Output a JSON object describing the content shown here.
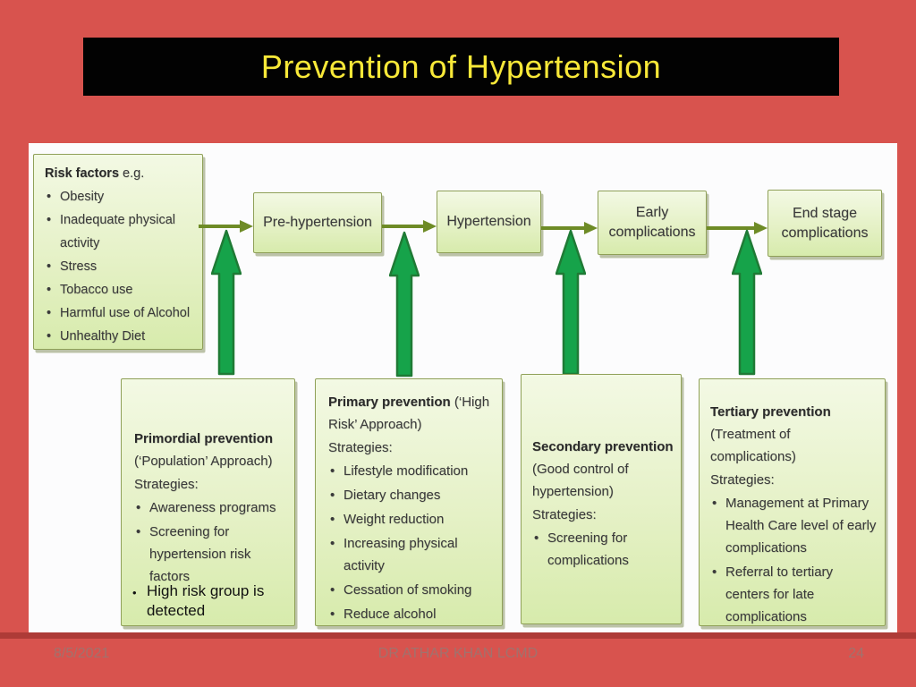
{
  "title": "Prevention of Hypertension",
  "footer": {
    "date": "8/5/2021",
    "credit": "DR ATHAR KHAN LCMD",
    "slide_number": "24"
  },
  "annotation": {
    "text": "High risk group is detected"
  },
  "diagram": {
    "risk_factors": {
      "heading_bold": "Risk factors",
      "heading_rest": "e.g.",
      "items": [
        "Obesity",
        "Inadequate physical activity",
        "Stress",
        "Tobacco use",
        "Harmful use of Alcohol",
        "Unhealthy Diet"
      ]
    },
    "stages": [
      "Pre-hypertension",
      "Hypertension",
      "Early complications",
      "End stage complications"
    ],
    "preventions": [
      {
        "title": "Primordial prevention",
        "subtitle": "(‘Population’ Approach)",
        "strategies_label": "Strategies:",
        "items": [
          "Awareness programs",
          "Screening for hypertension risk factors"
        ]
      },
      {
        "title": "Primary prevention",
        "subtitle": "(‘High Risk’ Approach)",
        "strategies_label": "Strategies:",
        "items": [
          "Lifestyle modification",
          "Dietary changes",
          "Weight reduction",
          "Increasing physical activity",
          "Cessation of smoking",
          "Reduce alcohol"
        ]
      },
      {
        "title": "Secondary prevention",
        "subtitle": "(Good control of hypertension)",
        "strategies_label": "Strategies:",
        "items": [
          "Screening for complications"
        ]
      },
      {
        "title": "Tertiary prevention",
        "subtitle": "(Treatment of complications)",
        "strategies_label": "Strategies:",
        "items": [
          "Management at Primary Health Care level of early complications",
          "Referral to tertiary centers for late complications"
        ]
      }
    ]
  },
  "colors": {
    "background": "#D8534E",
    "title_bar": "#020202",
    "title_text": "#F8E838",
    "box_border": "#8FA058",
    "box_fill": "#E5F1C6",
    "green_arrow": "#16A34A",
    "green_arrow_border": "#1F7A35",
    "connector": "#6E8B26",
    "footer_text": "#A1726D"
  }
}
